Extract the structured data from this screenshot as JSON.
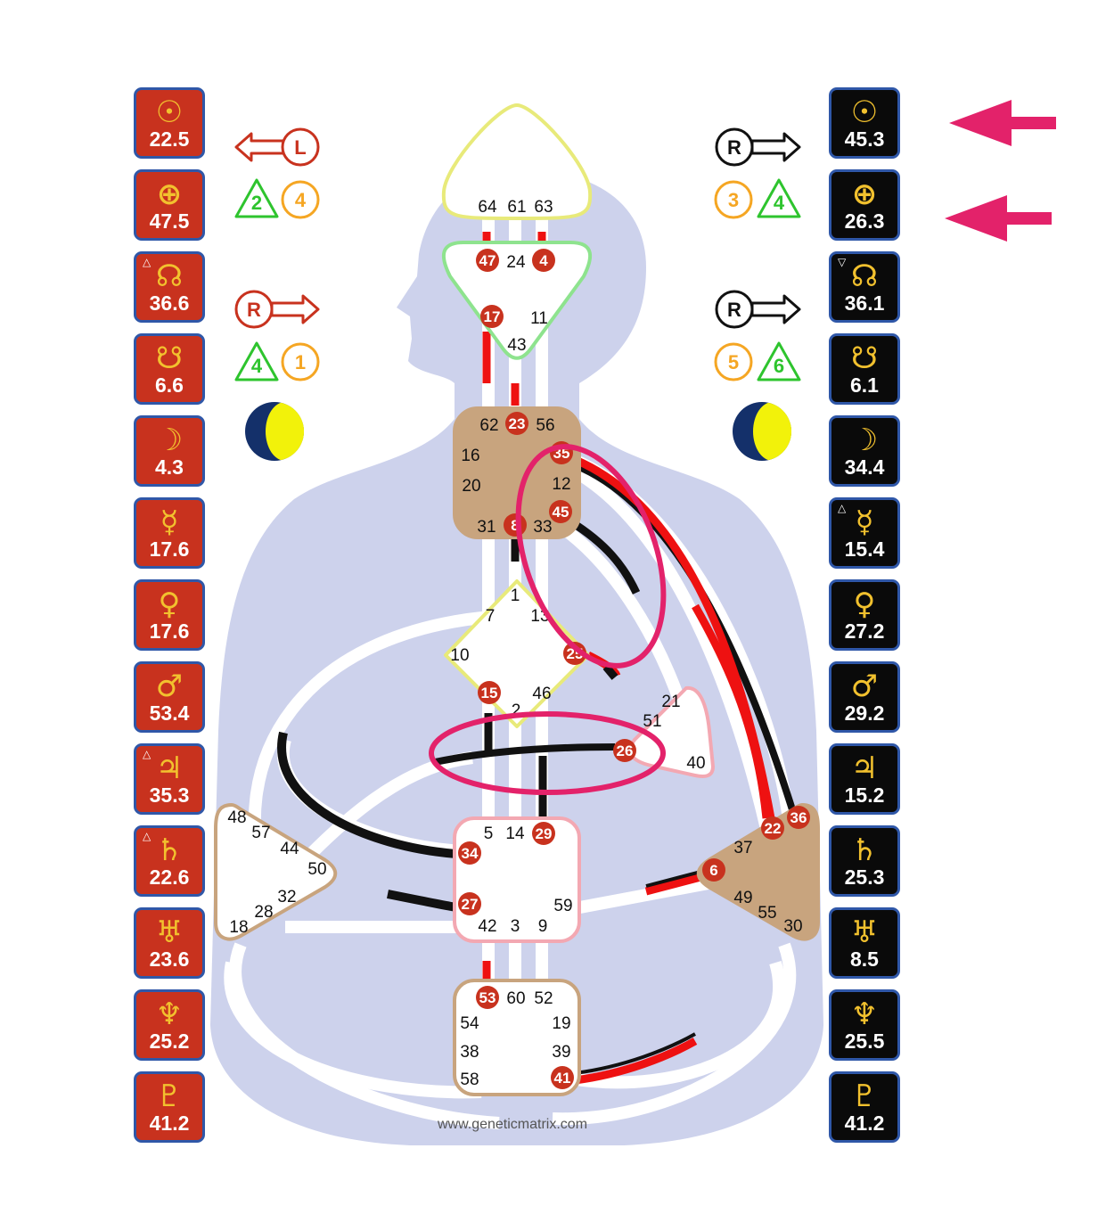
{
  "website": "www.geneticmatrix.com",
  "colors": {
    "design": "#c8321e",
    "personality": "#0a0a0a",
    "glyph": "#f2c12e",
    "body_silhouette": "#cdd2ec",
    "annotation": "#e3226a",
    "moon_dark": "#14306a",
    "moon_light": "#f2f20a"
  },
  "design_column": [
    {
      "planet": "sun-icon",
      "symbol": "☉",
      "value": "22.5",
      "mark": ""
    },
    {
      "planet": "earth-icon",
      "symbol": "⊕",
      "value": "47.5",
      "mark": ""
    },
    {
      "planet": "north-node-icon",
      "symbol": "☊",
      "value": "36.6",
      "mark": "△"
    },
    {
      "planet": "south-node-icon",
      "symbol": "☋",
      "value": "6.6",
      "mark": ""
    },
    {
      "planet": "moon-icon",
      "symbol": "☽",
      "value": "4.3",
      "mark": ""
    },
    {
      "planet": "mercury-icon",
      "symbol": "☿",
      "value": "17.6",
      "mark": ""
    },
    {
      "planet": "venus-icon",
      "symbol": "♀",
      "value": "17.6",
      "mark": ""
    },
    {
      "planet": "mars-icon",
      "symbol": "♂",
      "value": "53.4",
      "mark": ""
    },
    {
      "planet": "jupiter-icon",
      "symbol": "♃",
      "value": "35.3",
      "mark": "△"
    },
    {
      "planet": "saturn-icon",
      "symbol": "♄",
      "value": "22.6",
      "mark": "△"
    },
    {
      "planet": "uranus-icon",
      "symbol": "♅",
      "value": "23.6",
      "mark": ""
    },
    {
      "planet": "neptune-icon",
      "symbol": "♆",
      "value": "25.2",
      "mark": ""
    },
    {
      "planet": "pluto-icon",
      "symbol": "♇",
      "value": "41.2",
      "mark": ""
    }
  ],
  "personality_column": [
    {
      "planet": "sun-icon",
      "symbol": "☉",
      "value": "45.3",
      "mark": ""
    },
    {
      "planet": "earth-icon",
      "symbol": "⊕",
      "value": "26.3",
      "mark": ""
    },
    {
      "planet": "north-node-icon",
      "symbol": "☊",
      "value": "36.1",
      "mark": "▽"
    },
    {
      "planet": "south-node-icon",
      "symbol": "☋",
      "value": "6.1",
      "mark": ""
    },
    {
      "planet": "moon-icon",
      "symbol": "☽",
      "value": "34.4",
      "mark": ""
    },
    {
      "planet": "mercury-icon",
      "symbol": "☿",
      "value": "15.4",
      "mark": "△"
    },
    {
      "planet": "venus-icon",
      "symbol": "♀",
      "value": "27.2",
      "mark": ""
    },
    {
      "planet": "mars-icon",
      "symbol": "♂",
      "value": "29.2",
      "mark": ""
    },
    {
      "planet": "jupiter-icon",
      "symbol": "♃",
      "value": "15.2",
      "mark": ""
    },
    {
      "planet": "saturn-icon",
      "symbol": "♄",
      "value": "25.3",
      "mark": ""
    },
    {
      "planet": "uranus-icon",
      "symbol": "♅",
      "value": "8.5",
      "mark": ""
    },
    {
      "planet": "neptune-icon",
      "symbol": "♆",
      "value": "25.5",
      "mark": ""
    },
    {
      "planet": "pluto-icon",
      "symbol": "♇",
      "value": "41.2",
      "mark": ""
    }
  ],
  "variables": {
    "design_top": {
      "letter": "L",
      "direction": "left",
      "triangle": "2",
      "circle": "4"
    },
    "design_bottom": {
      "letter": "R",
      "direction": "right",
      "triangle": "4",
      "circle": "1"
    },
    "personality_top": {
      "letter": "R",
      "direction": "right",
      "circle": "3",
      "triangle": "4"
    },
    "personality_bottom": {
      "letter": "R",
      "direction": "right",
      "circle": "5",
      "triangle": "6"
    }
  },
  "centers": {
    "head": [
      "64",
      "61",
      "63"
    ],
    "ajna": [
      "47",
      "24",
      "4",
      "17",
      "11",
      "43"
    ],
    "throat": [
      "62",
      "23",
      "56",
      "16",
      "35",
      "20",
      "12",
      "31",
      "8",
      "33",
      "45"
    ],
    "g": [
      "1",
      "7",
      "13",
      "10",
      "25",
      "15",
      "46",
      "2"
    ],
    "heart": [
      "21",
      "51",
      "26",
      "40"
    ],
    "spleen": [
      "48",
      "57",
      "44",
      "50",
      "32",
      "28",
      "18"
    ],
    "sacral": [
      "5",
      "14",
      "29",
      "34",
      "27",
      "59",
      "42",
      "3",
      "9"
    ],
    "solar_plexus": [
      "36",
      "22",
      "37",
      "6",
      "49",
      "55",
      "30"
    ],
    "root": [
      "53",
      "60",
      "52",
      "54",
      "19",
      "38",
      "39",
      "58",
      "41"
    ]
  },
  "activated_gates": [
    "47",
    "4",
    "17",
    "23",
    "35",
    "45",
    "8",
    "25",
    "15",
    "26",
    "29",
    "34",
    "27",
    "22",
    "36",
    "6",
    "53",
    "41"
  ],
  "center_colors": {
    "head": "#ffffff",
    "ajna": "#ffffff",
    "throat": "#c8a47e",
    "g": "#ffffff",
    "heart": "#ffffff",
    "spleen": "#ffffff",
    "sacral": "#ffffff",
    "solar_plexus": "#c8a47e",
    "root": "#ffffff"
  }
}
